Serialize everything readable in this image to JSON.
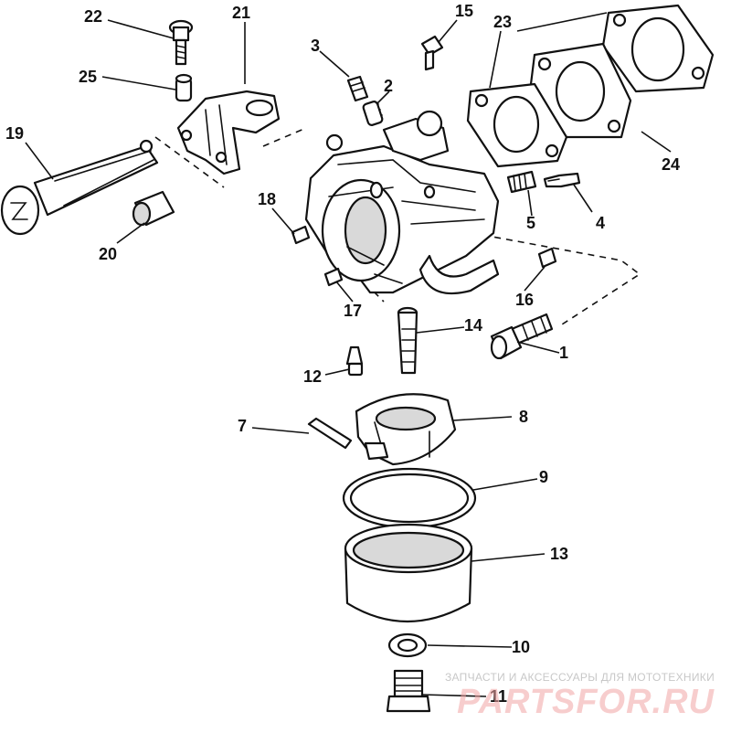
{
  "diagram": {
    "callouts": {
      "c1": "1",
      "c2": "2",
      "c3": "3",
      "c4": "4",
      "c5": "5",
      "c7": "7",
      "c8": "8",
      "c9": "9",
      "c10": "10",
      "c11": "11",
      "c12": "12",
      "c13": "13",
      "c14": "14",
      "c15": "15",
      "c16": "16",
      "c17": "17",
      "c18": "18",
      "c19": "19",
      "c20": "20",
      "c21": "21",
      "c22": "22",
      "c23": "23",
      "c24": "24",
      "c25": "25"
    }
  },
  "watermark": {
    "caption": "ЗАПЧАСТИ И АКСЕССУАРЫ ДЛЯ МОТОТЕХНИКИ",
    "logo": "PARTSFOR.RU"
  },
  "colors": {
    "line": "#111111",
    "background": "#ffffff",
    "watermark": "#f2a5a5"
  }
}
